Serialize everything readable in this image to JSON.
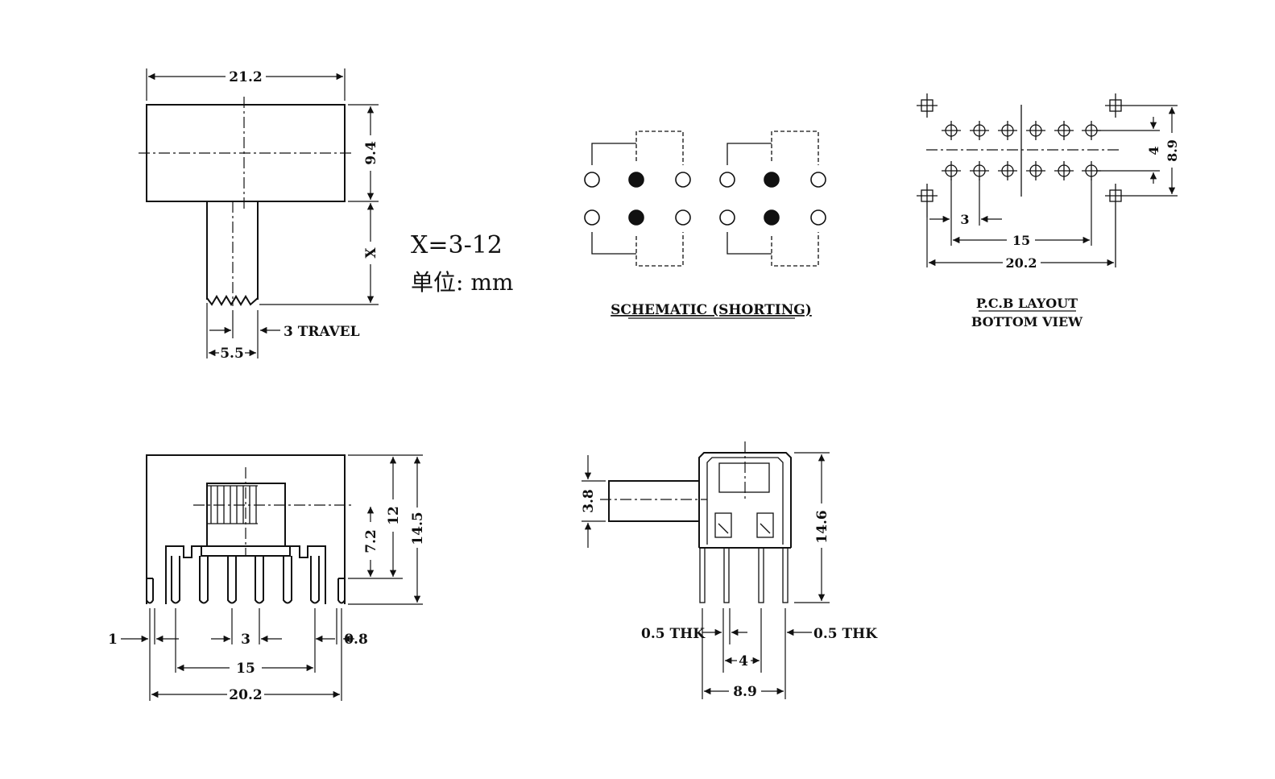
{
  "top_view": {
    "width_label": "21.2",
    "height_label": "9.4",
    "x_label": "X",
    "shaft_label": "5.5",
    "travel_label": "3 TRAVEL"
  },
  "note": {
    "x_range": "X=3-12",
    "unit": "单位: mm"
  },
  "schematic": {
    "title": "SCHEMATIC (SHORTING)"
  },
  "pcb_layout": {
    "title_line1": "P.C.B LAYOUT",
    "title_line2": "BOTTOM VIEW",
    "row_spacing": "4",
    "height": "8.9",
    "pitch": "3",
    "span_inner": "15",
    "span_outer": "20.2"
  },
  "front_view": {
    "height_12": "12",
    "height_145": "14.5",
    "height_72": "7.2",
    "lead_1": "1",
    "pitch_3": "3",
    "lead_08": "0.8",
    "span_15": "15",
    "span_202": "20.2"
  },
  "side_view": {
    "actuator_38": "3.8",
    "height_146": "14.6",
    "thk_left": "0.5 THK",
    "thk_right": "0.5 THK",
    "spacing_4": "4",
    "width_89": "8.9"
  }
}
